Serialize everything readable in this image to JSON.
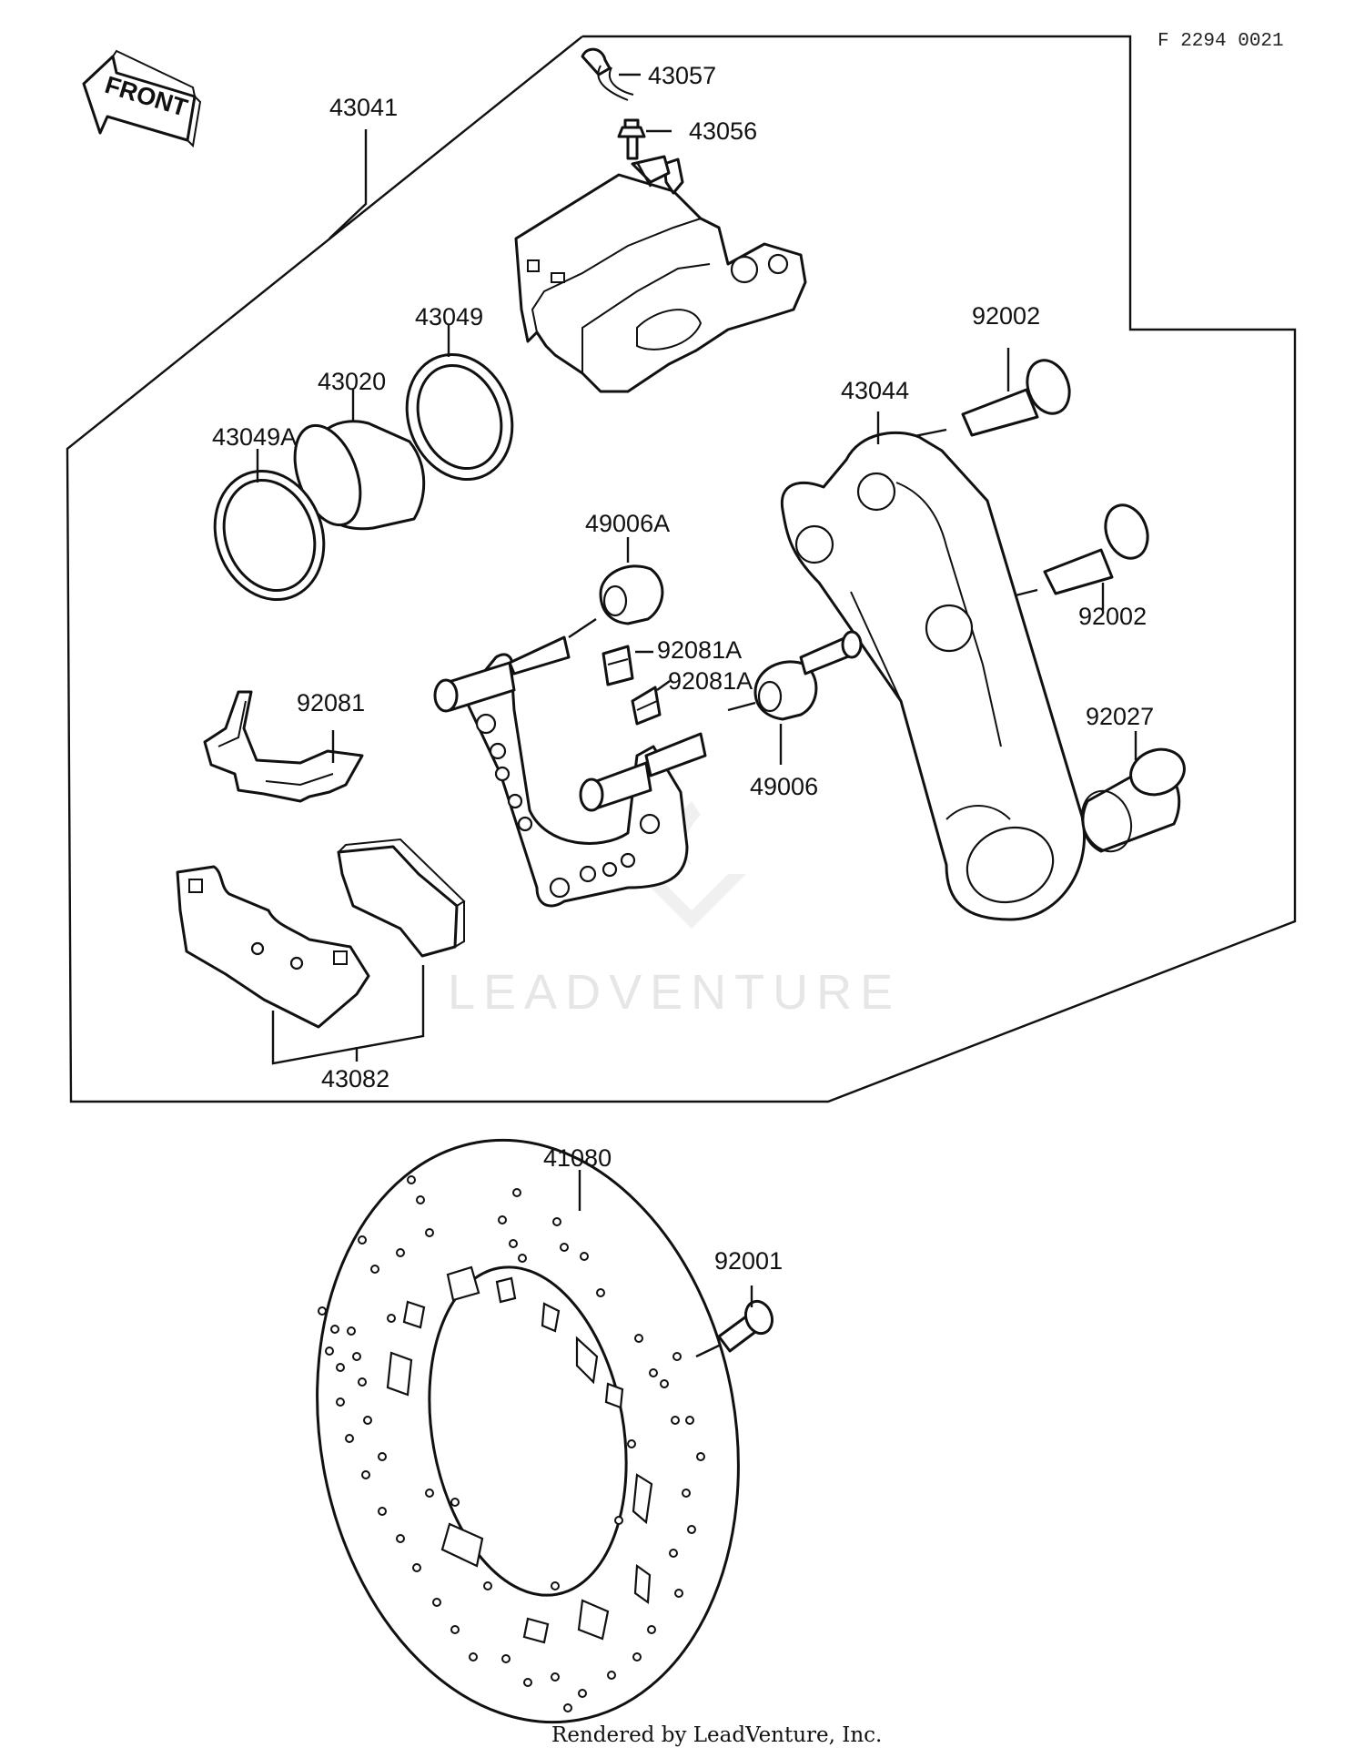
{
  "drawing_code": "F 2294 0021",
  "front_badge": "FRONT",
  "watermark": "LEADVENTURE",
  "footer": "Rendered by LeadVenture, Inc.",
  "labels": {
    "p43057": "43057",
    "p43056": "43056",
    "p43041": "43041",
    "p43049": "43049",
    "p43020": "43020",
    "p43049A": "43049A",
    "p92002_top": "92002",
    "p43044": "43044",
    "p49006A": "49006A",
    "p92081A_1": "92081A",
    "p92081A_2": "92081A",
    "p92002_mid": "92002",
    "p92081": "92081",
    "p92027": "92027",
    "p49006": "49006",
    "p43082": "43082",
    "p41080": "41080",
    "p92001": "92001"
  },
  "colors": {
    "ink": "#111111",
    "paper": "#ffffff",
    "watermark": "#e6e6e6"
  },
  "icons": [
    "front-arrow-icon",
    "leadventure-logo-icon"
  ]
}
